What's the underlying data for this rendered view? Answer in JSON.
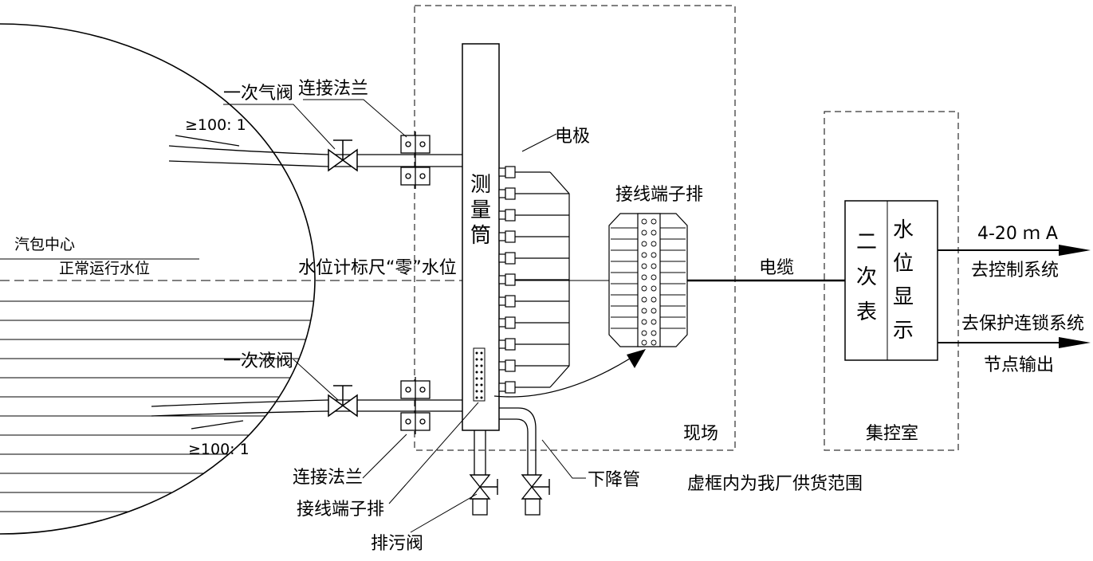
{
  "labels": {
    "primary_steam_valve": "一次气阀",
    "flange_top": "连接法兰",
    "slope_top": "≥100: 1",
    "electrode": "电极",
    "terminal_block_top": "接线端子排",
    "drum_center": "汽包中心",
    "normal_water_level": "正常运行水位",
    "gauge_zero": "水位计标尺“零”水位",
    "cable": "电缆",
    "primary_liquid_valve": "一次液阀",
    "slope_bottom": "≥100: 1",
    "flange_bottom": "连接法兰",
    "terminal_block_bottom": "接线端子排",
    "drain_valve": "排污阀",
    "downcomer": "下降管",
    "field": "现场",
    "supply_note": "虚框内为我厂供货范围",
    "control_room": "集控室",
    "current_signal": "4-20 ｍ A",
    "to_control": "去控制系统",
    "to_protection": "去保护连锁系统",
    "node_output": "节点输出"
  },
  "measuring_cylinder": {
    "chars": [
      "测",
      "量",
      "筒"
    ]
  },
  "secondary_meter": {
    "chars": [
      "二",
      "次",
      "表"
    ]
  },
  "water_display": {
    "chars": [
      "水",
      "位",
      "显",
      "示"
    ]
  }
}
